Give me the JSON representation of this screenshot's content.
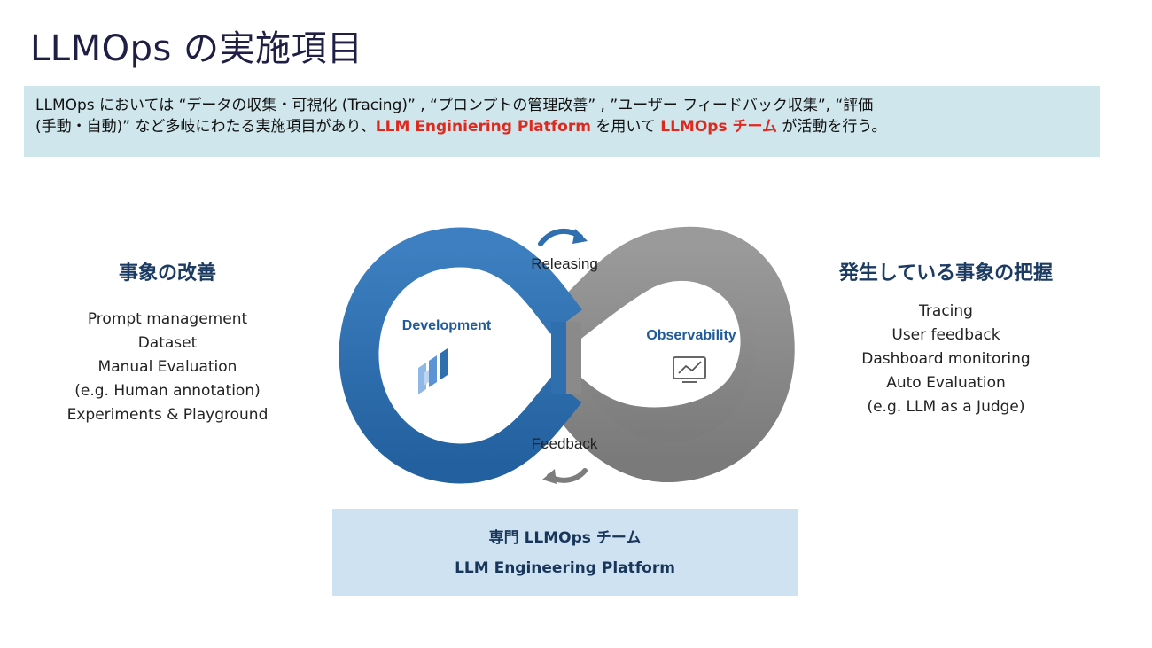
{
  "slide": {
    "title": "LLMOps の実施項目"
  },
  "summary": {
    "line1": "LLMOps においては “データの収集・可視化 (Tracing)” , “プロンプトの管理改善” , ”ユーザー フィードバック収集”, “評価",
    "line2_pre": "(手動・自動)” など多岐にわたる実施項目があり、",
    "highlight1": "LLM Enginiering Platform",
    "mid": " を用いて ",
    "highlight2": "LLMOps チーム",
    "post": " が活動を行う。",
    "highlight_color": "#e0281e"
  },
  "left_panel": {
    "heading": "事象の改善",
    "items": [
      "Prompt management",
      "Dataset",
      "Manual Evaluation",
      "(e.g. Human annotation)",
      "Experiments & Playground"
    ]
  },
  "right_panel": {
    "heading": "発生している事象の把握",
    "items": [
      "Tracing",
      "User feedback",
      "Dashboard monitoring",
      "Auto Evaluation",
      "(e.g. LLM as a Judge)"
    ]
  },
  "loop": {
    "left_label": "Development",
    "right_label": "Observability",
    "top_label": "Releasing",
    "bottom_label": "Feedback",
    "left_icon": "platform-logo-icon",
    "right_icon": "monitor-chart-icon",
    "left_color": "#2f6fae",
    "right_color": "#8a8a8a",
    "arrow_top_color": "#2f6fae",
    "arrow_bottom_color": "#7d7d7d"
  },
  "team_box": {
    "line1": "専門 LLMOps チーム",
    "line2": "LLM Engineering Platform"
  }
}
